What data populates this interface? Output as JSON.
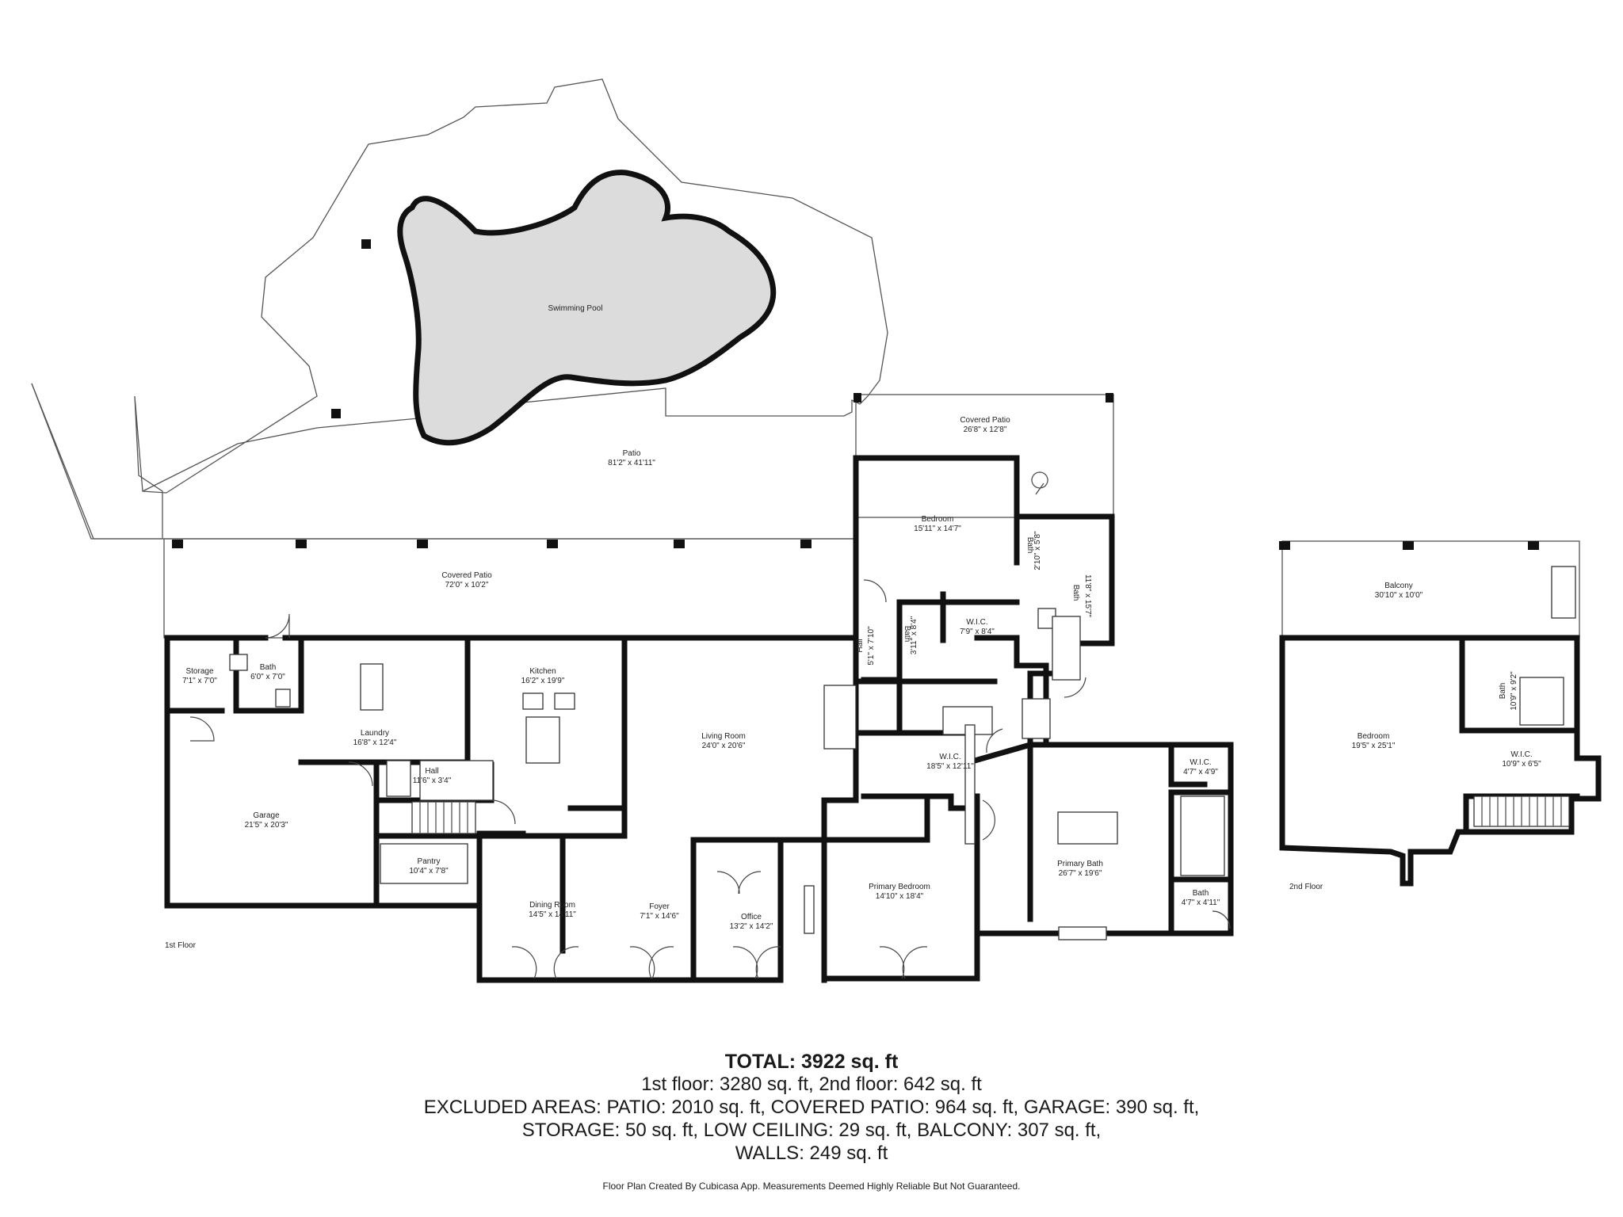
{
  "rooms": {
    "pool": {
      "name": "Swimming Pool",
      "dim": ""
    },
    "patio": {
      "name": "Patio",
      "dim": "81'2\" x 41'11\""
    },
    "covered_patio_top": {
      "name": "Covered Patio",
      "dim": "26'8\" x 12'8\""
    },
    "covered_patio_main": {
      "name": "Covered Patio",
      "dim": "72'0\" x 10'2\""
    },
    "bedroom_east": {
      "name": "Bedroom",
      "dim": "15'11\" x 14'7\""
    },
    "bath_small_east": {
      "name": "Bath",
      "dim": "2'10\" x 5'8\""
    },
    "bath_east": {
      "name": "Bath",
      "dim": "11'8\" x 15'7\""
    },
    "wic_east": {
      "name": "W.I.C.",
      "dim": "7'9\" x 8'4\""
    },
    "bath_hall": {
      "name": "Bath",
      "dim": "3'11\" x 8'4\""
    },
    "hall_east": {
      "name": "Hall",
      "dim": "5'1\" x 7'10\""
    },
    "storage": {
      "name": "Storage",
      "dim": "7'1\" x 7'0\""
    },
    "bath_west": {
      "name": "Bath",
      "dim": "6'0\" x 7'0\""
    },
    "laundry": {
      "name": "Laundry",
      "dim": "16'8\" x 12'4\""
    },
    "kitchen": {
      "name": "Kitchen",
      "dim": "16'2\" x 19'9\""
    },
    "living": {
      "name": "Living Room",
      "dim": "24'0\" x 20'6\""
    },
    "wic_primary": {
      "name": "W.I.C.",
      "dim": "18'5\" x 12'11\""
    },
    "hall_west": {
      "name": "Hall",
      "dim": "11'6\" x 3'4\""
    },
    "garage": {
      "name": "Garage",
      "dim": "21'5\" x 20'3\""
    },
    "pantry": {
      "name": "Pantry",
      "dim": "10'4\" x 7'8\""
    },
    "dining": {
      "name": "Dining Room",
      "dim": "14'5\" x 14'11\""
    },
    "foyer": {
      "name": "Foyer",
      "dim": "7'1\" x 14'6\""
    },
    "office": {
      "name": "Office",
      "dim": "13'2\" x 14'2\""
    },
    "primary_bedroom": {
      "name": "Primary Bedroom",
      "dim": "14'10\" x 18'4\""
    },
    "primary_bath": {
      "name": "Primary Bath",
      "dim": "26'7\" x 19'6\""
    },
    "wic_small": {
      "name": "W.I.C.",
      "dim": "4'7\" x 4'9\""
    },
    "bath_primary_wc": {
      "name": "Bath",
      "dim": "4'7\" x 4'11\""
    },
    "balcony": {
      "name": "Balcony",
      "dim": "30'10\" x 10'0\""
    },
    "bedroom_2f": {
      "name": "Bedroom",
      "dim": "19'5\" x 25'1\""
    },
    "bath_2f": {
      "name": "Bath",
      "dim": "10'9\" x 9'2\""
    },
    "wic_2f": {
      "name": "W.I.C.",
      "dim": "10'9\" x 6'5\""
    }
  },
  "floors": {
    "first": "1st Floor",
    "second": "2nd Floor"
  },
  "summary": {
    "total": "TOTAL: 3922 sq. ft",
    "line1": "1st floor: 3280 sq. ft, 2nd floor: 642 sq. ft",
    "line2": "EXCLUDED AREAS: PATIO: 2010 sq. ft, COVERED PATIO: 964 sq. ft, GARAGE: 390 sq. ft,",
    "line3": "STORAGE: 50 sq. ft, LOW CEILING: 29 sq. ft, BALCONY: 307 sq. ft,",
    "line4": "WALLS: 249 sq. ft"
  },
  "disclaimer": "Floor Plan Created By Cubicasa App. Measurements Deemed Highly Reliable But Not Guaranteed.",
  "colors": {
    "wall": "#111111",
    "pool_fill": "#dcdcdc",
    "outline": "#666666"
  }
}
